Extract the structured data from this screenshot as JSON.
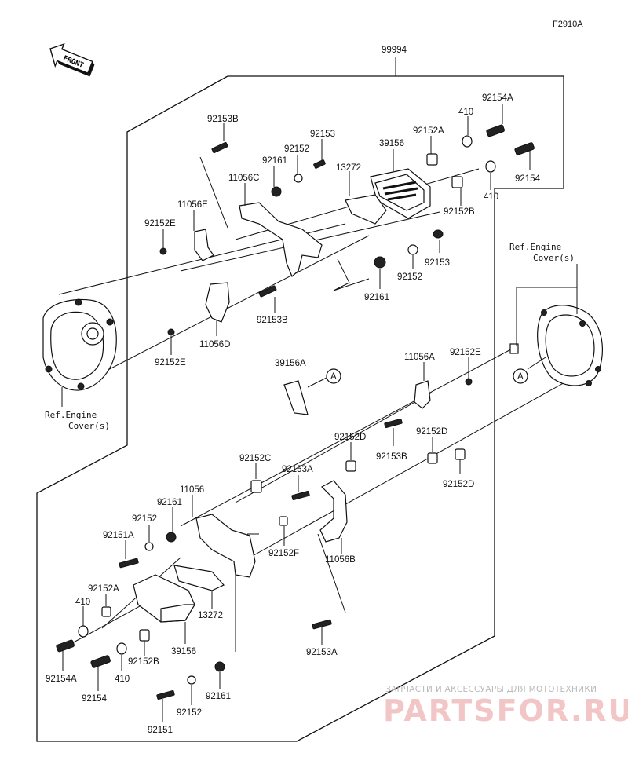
{
  "diagram": {
    "code": "F2910A",
    "assembly": "99994",
    "front_label": "FRONT",
    "ref_left": [
      "Ref.Engine",
      "Cover(s)"
    ],
    "ref_right": [
      "Ref.Engine",
      "Cover(s)"
    ],
    "callout": "A",
    "labels_upper": [
      "92153B",
      "92153",
      "92152",
      "92161",
      "11056C",
      "13272",
      "39156",
      "92152A",
      "410",
      "92154A",
      "92154",
      "410",
      "92152B",
      "11056E",
      "92152E",
      "92153",
      "92152",
      "92161",
      "92153B",
      "11056D",
      "92152E"
    ],
    "labels_middle": [
      "39156A",
      "11056A",
      "92152E",
      "92152D",
      "92153B",
      "92152D",
      "92152D"
    ],
    "labels_lower": [
      "92152C",
      "92153A",
      "11056",
      "92161",
      "92152",
      "92151A",
      "92152F",
      "11056B",
      "92152A",
      "410",
      "13272",
      "92154A",
      "39156",
      "92152B",
      "92154",
      "410",
      "92153A",
      "92161",
      "92152",
      "92151"
    ]
  },
  "watermark": {
    "tagline": "ЗАПЧАСТИ И АКСЕССУАРЫ ДЛЯ МОТОТЕХНИКИ",
    "brand": "PARTSFOR.RU"
  }
}
